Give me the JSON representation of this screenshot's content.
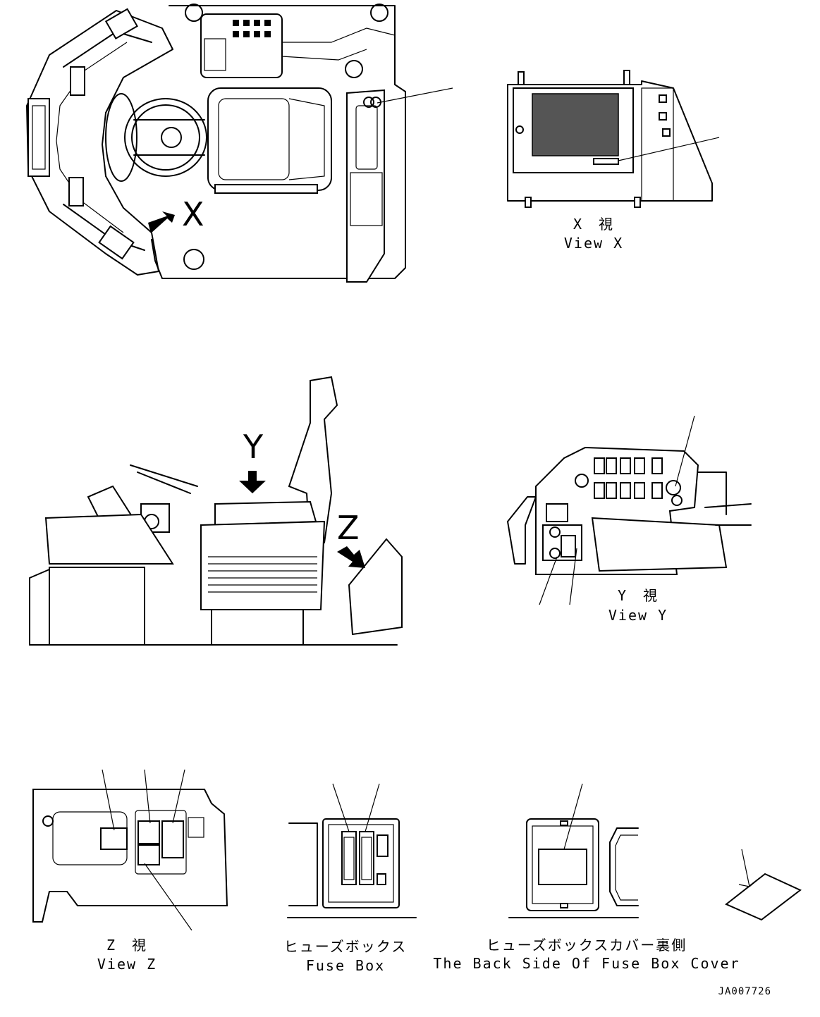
{
  "view_x": {
    "jp": "X　視",
    "en": "View X",
    "marker": "X"
  },
  "view_y": {
    "jp": "Y　視",
    "en": "View Y",
    "marker": "Y"
  },
  "view_z": {
    "jp": "Z　視",
    "en": "View Z",
    "marker": "Z"
  },
  "fuse_box": {
    "jp": "ヒューズボックス",
    "en": "Fuse Box"
  },
  "fuse_box_cover": {
    "jp": "ヒューズボックスカバー裏側",
    "en": "The Back Side Of Fuse Box Cover"
  },
  "drawing_number": "JA007726"
}
